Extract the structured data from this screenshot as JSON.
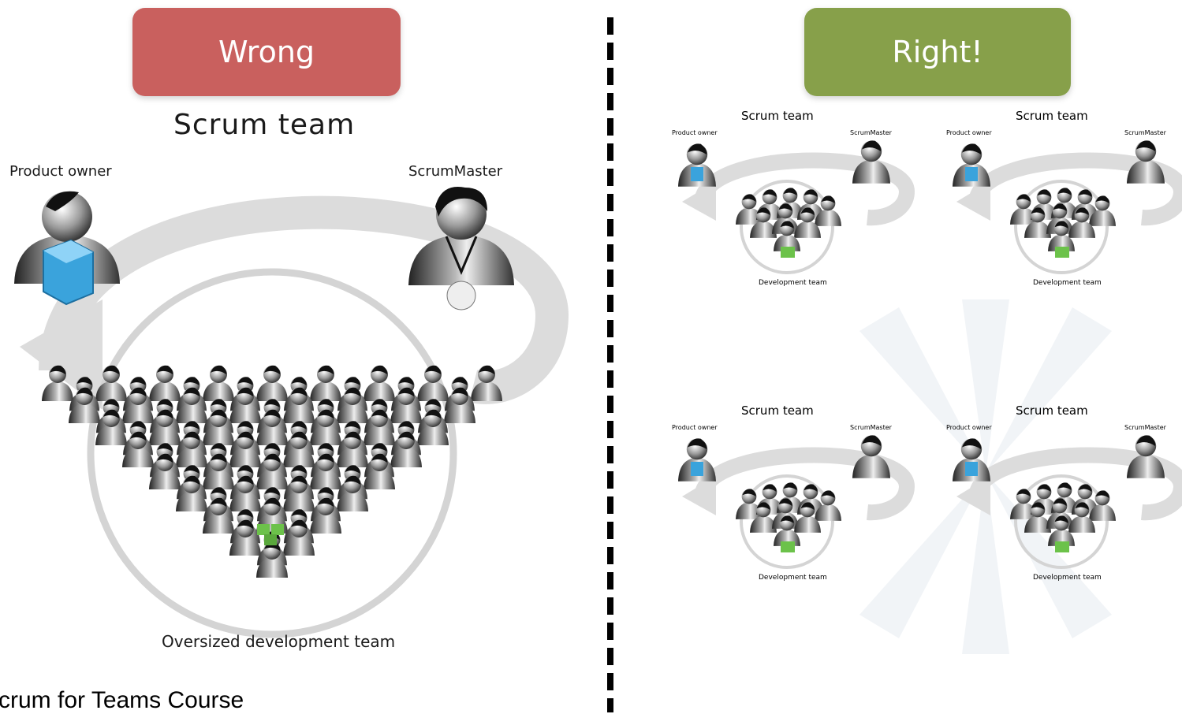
{
  "left": {
    "badge_label": "Wrong",
    "badge_color": "#c9605e",
    "title": "Scrum team",
    "product_owner_label": "Product owner",
    "scrummaster_label": "ScrumMaster",
    "dev_team_label": "Oversized development team"
  },
  "right": {
    "badge_label": "Right!",
    "badge_color": "#87a04a",
    "teams": [
      {
        "title": "Scrum team",
        "po_label": "Product owner",
        "sm_label": "ScrumMaster",
        "dev_label": "Development team"
      },
      {
        "title": "Scrum team",
        "po_label": "Product owner",
        "sm_label": "ScrumMaster",
        "dev_label": "Development team"
      },
      {
        "title": "Scrum team",
        "po_label": "Product owner",
        "sm_label": "ScrumMaster",
        "dev_label": "Development team"
      },
      {
        "title": "Scrum team",
        "po_label": "Product owner",
        "sm_label": "ScrumMaster",
        "dev_label": "Development team"
      }
    ]
  },
  "footer": {
    "text": "Scrum for Teams Course"
  },
  "colors": {
    "arrow_gray": "#d9d9d9",
    "po_cube_blue": "#3aa3dc",
    "dev_cube_green": "#6cc24a",
    "divider_color": "#000000"
  }
}
